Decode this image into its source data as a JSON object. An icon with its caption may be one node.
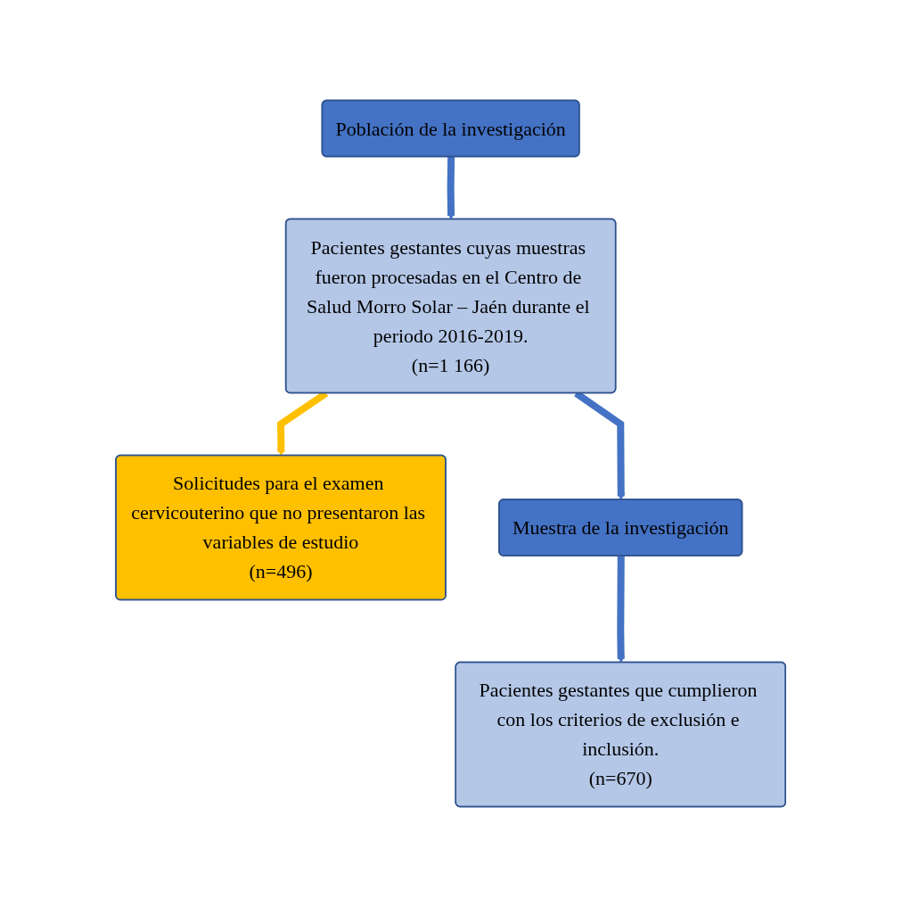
{
  "diagram": {
    "nodes": [
      {
        "text": [
          "Población de la investigación"
        ]
      },
      {
        "text": [
          "Pacientes gestantes cuyas muestras fueron procesadas en el Centro de Salud Morro Solar – Jaén durante el periodo 2016-2019.",
          "(n=1 166)"
        ]
      },
      {
        "text": [
          "Solicitudes para el examen cervicouterino que no presentaron las variables de estudio",
          "(n=496)"
        ]
      },
      {
        "text": [
          "Muestra de la investigación"
        ]
      },
      {
        "text": [
          "Pacientes gestantes que cumplieron con los criterios de exclusión e inclusión.",
          "(n=670)"
        ]
      }
    ],
    "edges": [
      {
        "from": 0,
        "to": 1,
        "arrow": "to"
      },
      {
        "from": 1,
        "to": 3,
        "arrow": "to"
      },
      {
        "from": 1,
        "to": 2,
        "arrow": "to",
        "color": "#ffc000"
      },
      {
        "from": 3,
        "to": 4,
        "arrow": "to"
      }
    ]
  }
}
